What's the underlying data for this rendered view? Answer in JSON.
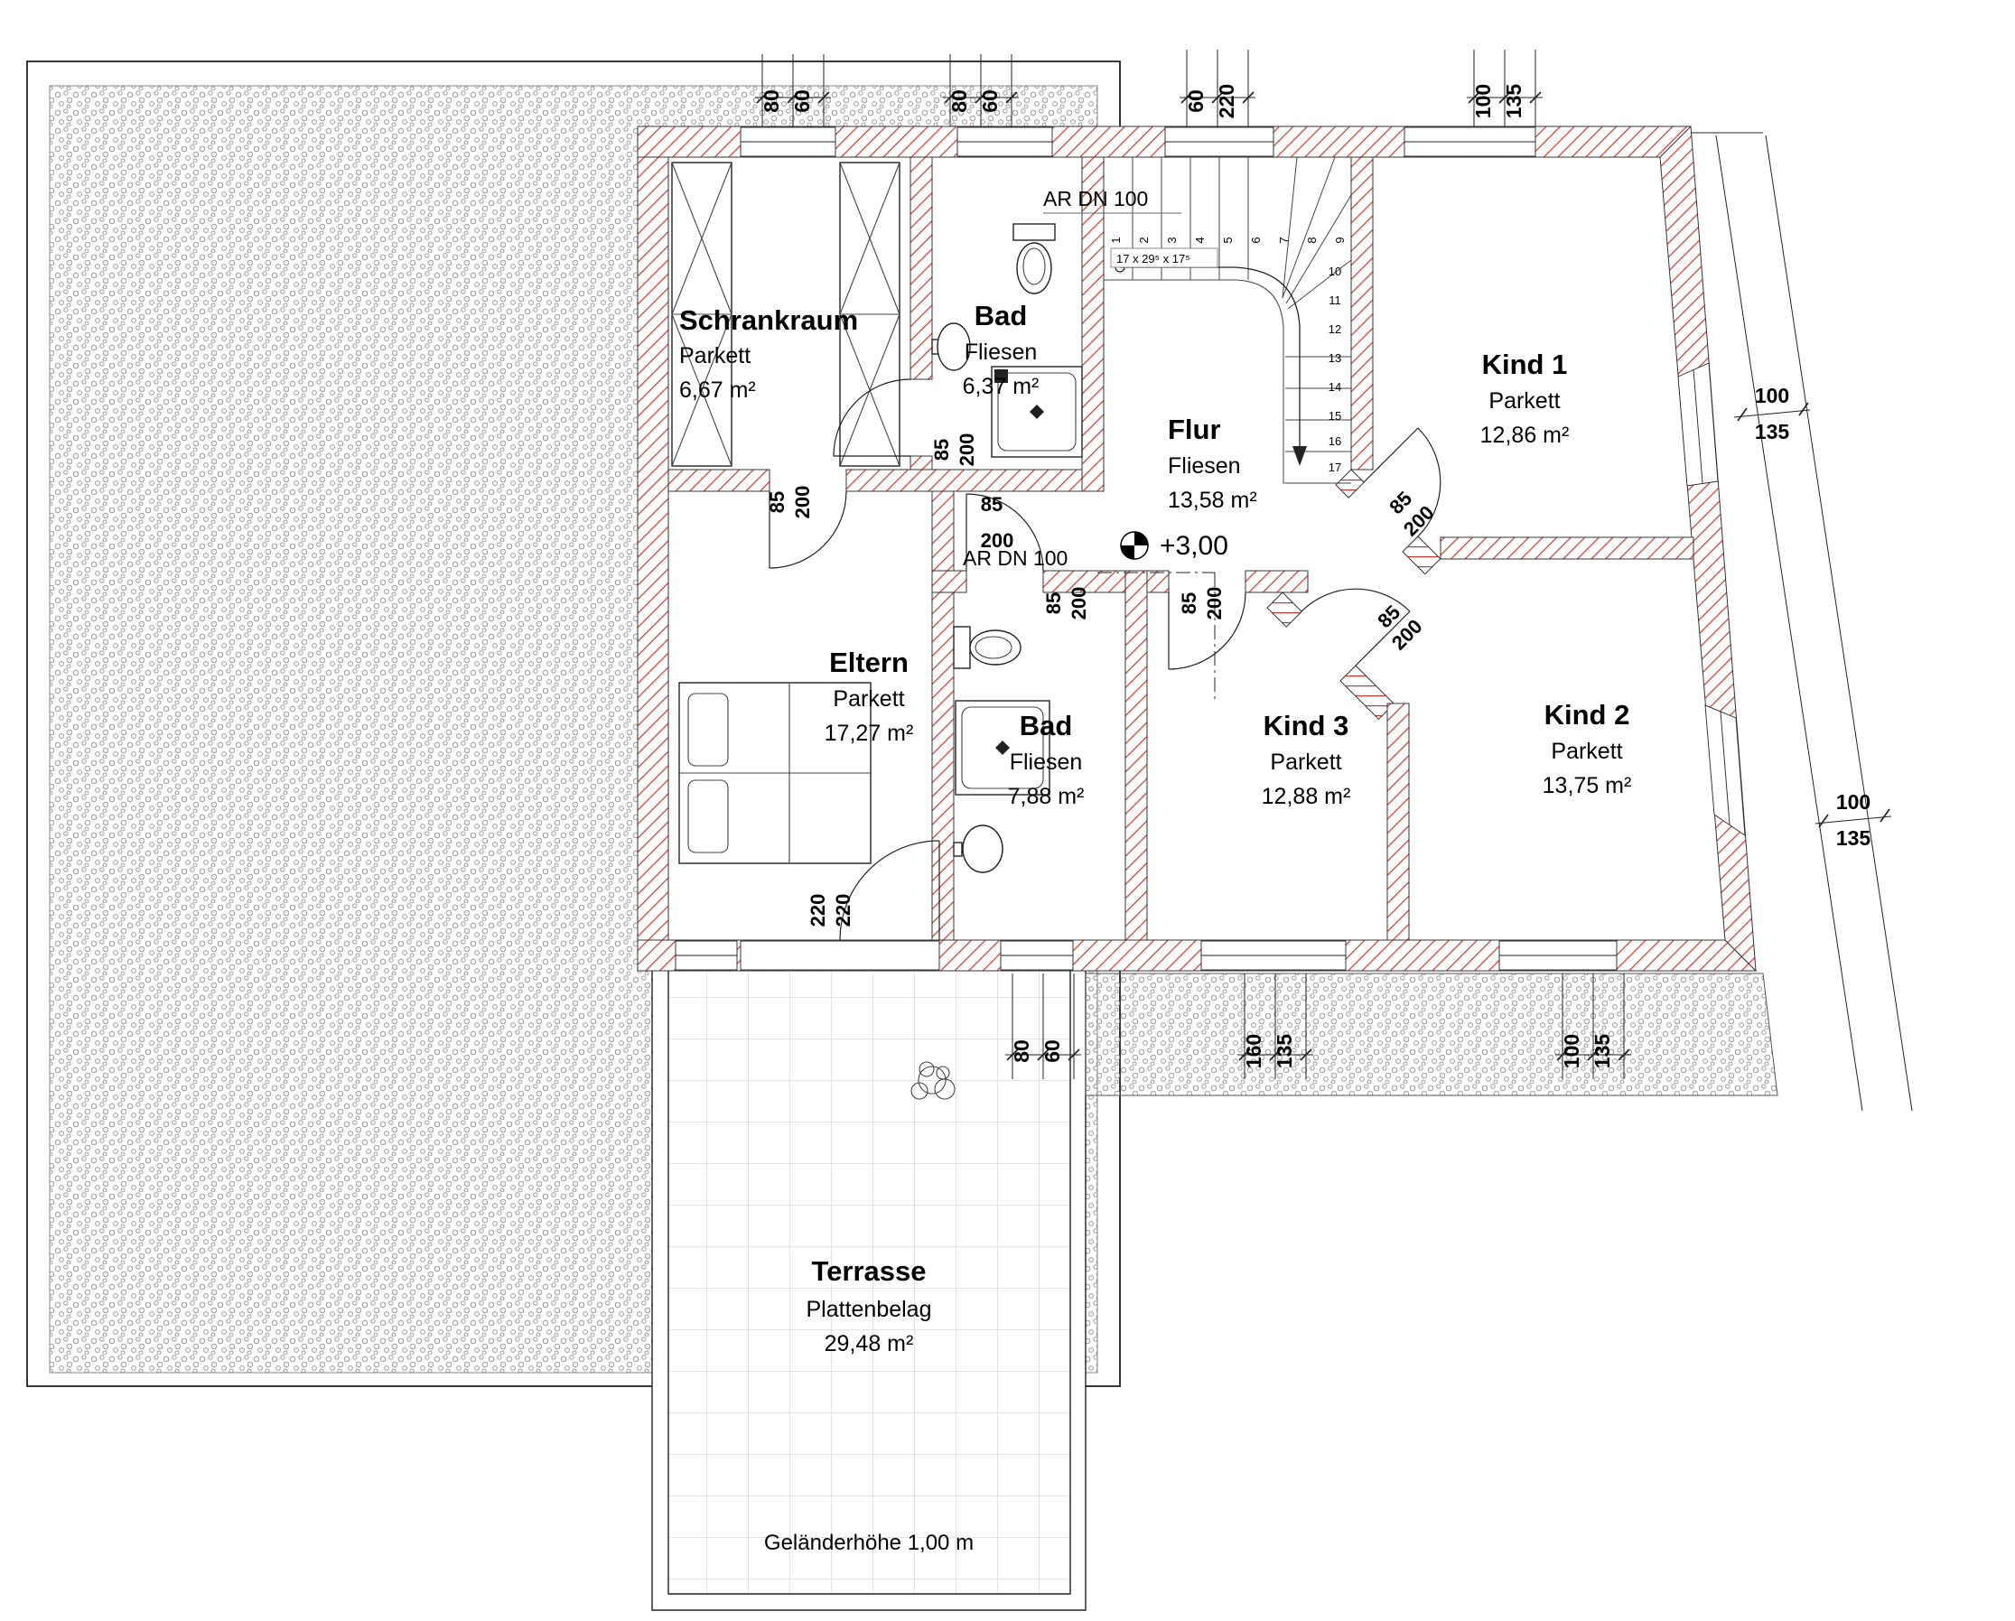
{
  "plan": {
    "rooms": [
      {
        "name": "Schrankraum",
        "floor": "Parkett",
        "area": "6,67 m²"
      },
      {
        "name": "Bad",
        "floor": "Fliesen",
        "area": "6,37 m²"
      },
      {
        "name": "Flur",
        "floor": "Fliesen",
        "area": "13,58 m²"
      },
      {
        "name": "Kind 1",
        "floor": "Parkett",
        "area": "12,86 m²"
      },
      {
        "name": "Kind 2",
        "floor": "Parkett",
        "area": "13,75 m²"
      },
      {
        "name": "Kind 3",
        "floor": "Parkett",
        "area": "12,88 m²"
      },
      {
        "name": "Eltern",
        "floor": "Parkett",
        "area": "17,27 m²"
      },
      {
        "name": "Bad",
        "floor": "Fliesen",
        "area": "7,88 m²"
      },
      {
        "name": "Terrasse",
        "floor": "Plattenbelag",
        "area": "29,48 m²"
      }
    ],
    "annotations": {
      "level": "+3,00",
      "ar_dn_top": "AR DN 100",
      "ar_dn_mid": "AR DN 100",
      "stair_note": "17 x 29⁵ x 17⁵",
      "railing_note": "Geländerhöhe 1,00 m"
    },
    "stair_numbers": [
      "1",
      "2",
      "3",
      "4",
      "5",
      "6",
      "7",
      "8",
      "9",
      "10",
      "11",
      "12",
      "13",
      "14",
      "15",
      "16",
      "17"
    ],
    "dims": {
      "top": [
        "80",
        "60",
        "80",
        "60",
        "60",
        "220",
        "100",
        "135"
      ],
      "right": [
        "100",
        "135",
        "100",
        "135"
      ],
      "bottom": [
        "80",
        "60",
        "160",
        "135",
        "100",
        "135"
      ],
      "door": [
        "85",
        "200"
      ],
      "terrace_door": [
        "220",
        "220"
      ]
    }
  }
}
